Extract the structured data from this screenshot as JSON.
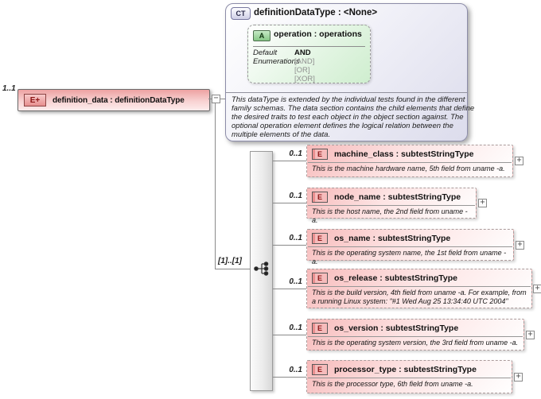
{
  "root_element": {
    "occurrence": "1..1",
    "badge": "E+",
    "label": "definition_data : definitionDataType",
    "collapse_glyph": "−"
  },
  "complex_type": {
    "badge": "CT",
    "title": "definitionDataType : <None>",
    "attribute": {
      "badge": "A",
      "title": "operation : operations",
      "default_label": "Default",
      "default_value": "AND",
      "enumerations_label": "Enumerations",
      "enumerations": [
        "[AND]",
        "[OR]",
        "[XOR]"
      ]
    },
    "description_lines": [
      "This dataType is extended by the individual tests found in the different",
      "family schemas.  The data section contains the child elements that define",
      "the desired traits to test each object in the object section against.  The",
      "optional operation element defines the logical relation between the",
      "multiple elements of the data."
    ]
  },
  "sequence": {
    "occurrence": "[1]..[1]"
  },
  "children": [
    {
      "occurrence": "0..1",
      "badge": "E",
      "title": "machine_class : subtestStringType",
      "annotation": "This is the machine hardware name, 5th field from uname -a.",
      "expand_glyph": "+"
    },
    {
      "occurrence": "0..1",
      "badge": "E",
      "title": "node_name : subtestStringType",
      "annotation": "This is the host name, the 2nd field from uname -a.",
      "expand_glyph": "+"
    },
    {
      "occurrence": "0..1",
      "badge": "E",
      "title": "os_name : subtestStringType",
      "annotation": "This is the operating system name, the 1st field from uname -a.",
      "expand_glyph": "+"
    },
    {
      "occurrence": "0..1",
      "badge": "E",
      "title": "os_release : subtestStringType",
      "annotation": "This is the build version, 4th field from uname -a. For example, from a running Linux system: \"#1 Wed Aug 25 13:34:40 UTC 2004\"",
      "expand_glyph": "+"
    },
    {
      "occurrence": "0..1",
      "badge": "E",
      "title": "os_version : subtestStringType",
      "annotation": "This is the operating system version, the 3rd field from uname -a.",
      "expand_glyph": "+"
    },
    {
      "occurrence": "0..1",
      "badge": "E",
      "title": "processor_type : subtestStringType",
      "annotation": "This is the processor type, 6th field from uname -a.",
      "expand_glyph": "+"
    }
  ],
  "colors": {
    "element_pink": "#f2b4b4",
    "type_lavender": "#dcdcec",
    "attribute_green": "#cfeecf",
    "connector_gray": "#8a8a8a"
  }
}
